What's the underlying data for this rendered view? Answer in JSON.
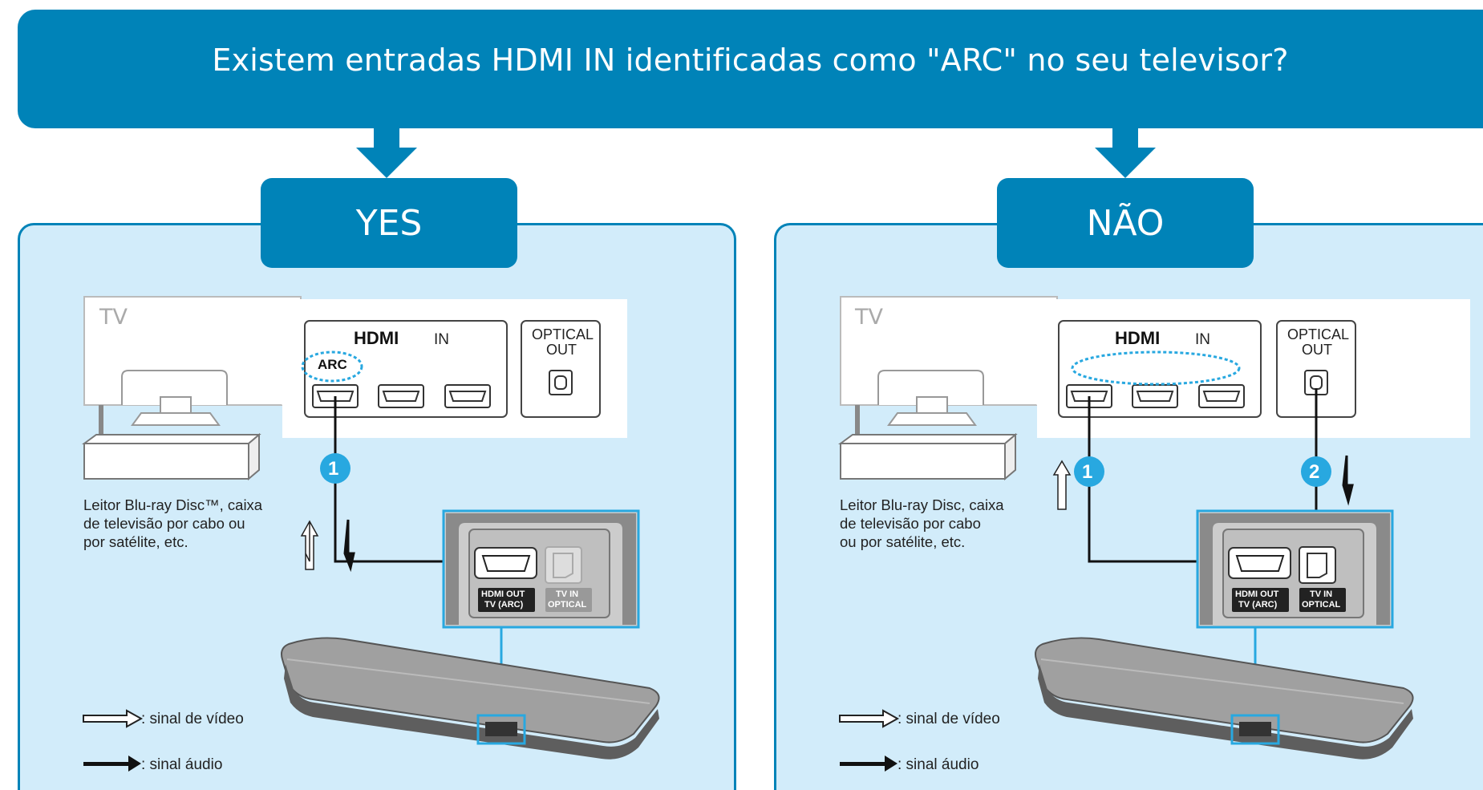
{
  "banner": {
    "question": "Existem entradas HDMI IN identificadas como \"ARC\" no seu televisor?"
  },
  "colors": {
    "brand_blue": "#0083b8",
    "panel_fill": "#d2ecfa",
    "connector_blue": "#28a8e0",
    "bar_gray": "#6b6b6b"
  },
  "yes": {
    "tab": "YES",
    "tv": "TV",
    "hdmi_in": "IN",
    "arc": "ARC",
    "optical_out": [
      "OPTICAL",
      "OUT"
    ],
    "device_note": "Leitor Blu-ray Disc™, caixa\nde televisão por cabo ou\npor satélite, etc.",
    "step1": "1",
    "jack_hdmi": [
      "HDMI OUT",
      "TV (ARC)"
    ],
    "jack_optical": [
      "TV IN",
      "OPTICAL"
    ]
  },
  "no": {
    "tab": "NÃO",
    "tv": "TV",
    "hdmi_in": "IN",
    "optical_out": [
      "OPTICAL",
      "OUT"
    ],
    "device_note": "Leitor Blu-ray Disc, caixa\nde televisão por cabo\nou por satélite, etc.",
    "step1": "1",
    "step2": "2",
    "jack_hdmi": [
      "HDMI OUT",
      "TV (ARC)"
    ],
    "jack_optical": [
      "TV IN",
      "OPTICAL"
    ]
  },
  "legend": {
    "video_signal": ": sinal de vídeo",
    "audio_signal": ": sinal áudio"
  }
}
